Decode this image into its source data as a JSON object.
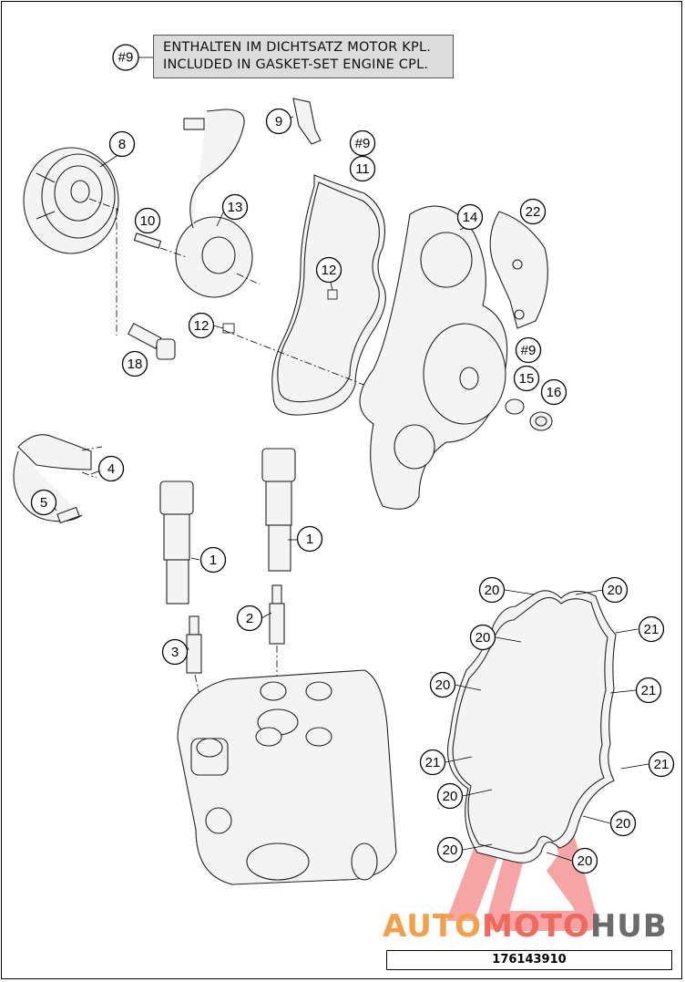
{
  "note": {
    "tag": "#9",
    "line_de": "ENTHALTEN IM DICHTSATZ MOTOR KPL.",
    "line_en": "INCLUDED IN GASKET-SET ENGINE CPL."
  },
  "callouts": [
    {
      "id": "c8",
      "label": "8"
    },
    {
      "id": "c9",
      "label": "9"
    },
    {
      "id": "c9b",
      "label": "#9"
    },
    {
      "id": "c11",
      "label": "11"
    },
    {
      "id": "c13",
      "label": "13"
    },
    {
      "id": "c10",
      "label": "10"
    },
    {
      "id": "c14",
      "label": "14"
    },
    {
      "id": "c22",
      "label": "22"
    },
    {
      "id": "c12a",
      "label": "12"
    },
    {
      "id": "c12b",
      "label": "12"
    },
    {
      "id": "c9c",
      "label": "#9"
    },
    {
      "id": "c18",
      "label": "18"
    },
    {
      "id": "c15",
      "label": "15"
    },
    {
      "id": "c16",
      "label": "16"
    },
    {
      "id": "c4",
      "label": "4"
    },
    {
      "id": "c5",
      "label": "5"
    },
    {
      "id": "c1a",
      "label": "1"
    },
    {
      "id": "c1b",
      "label": "1"
    },
    {
      "id": "c2",
      "label": "2"
    },
    {
      "id": "c3",
      "label": "3"
    },
    {
      "id": "g20a",
      "label": "20"
    },
    {
      "id": "g20b",
      "label": "20"
    },
    {
      "id": "g20c",
      "label": "20"
    },
    {
      "id": "g20d",
      "label": "20"
    },
    {
      "id": "g20e",
      "label": "20"
    },
    {
      "id": "g20f",
      "label": "20"
    },
    {
      "id": "g20g",
      "label": "20"
    },
    {
      "id": "g20h",
      "label": "20"
    },
    {
      "id": "g21a",
      "label": "21"
    },
    {
      "id": "g21b",
      "label": "21"
    },
    {
      "id": "g21c",
      "label": "21"
    },
    {
      "id": "g21d",
      "label": "21"
    }
  ],
  "watermark": {
    "part1": "AUTO",
    "part2": "MOTO",
    "part3": "HUB",
    "colors": {
      "auto": "#f4a04a",
      "moto": "#ee6a5f",
      "hub": "#6b6b6b",
      "triangle": "#f15a5a"
    }
  },
  "drawing_number": "176143910"
}
